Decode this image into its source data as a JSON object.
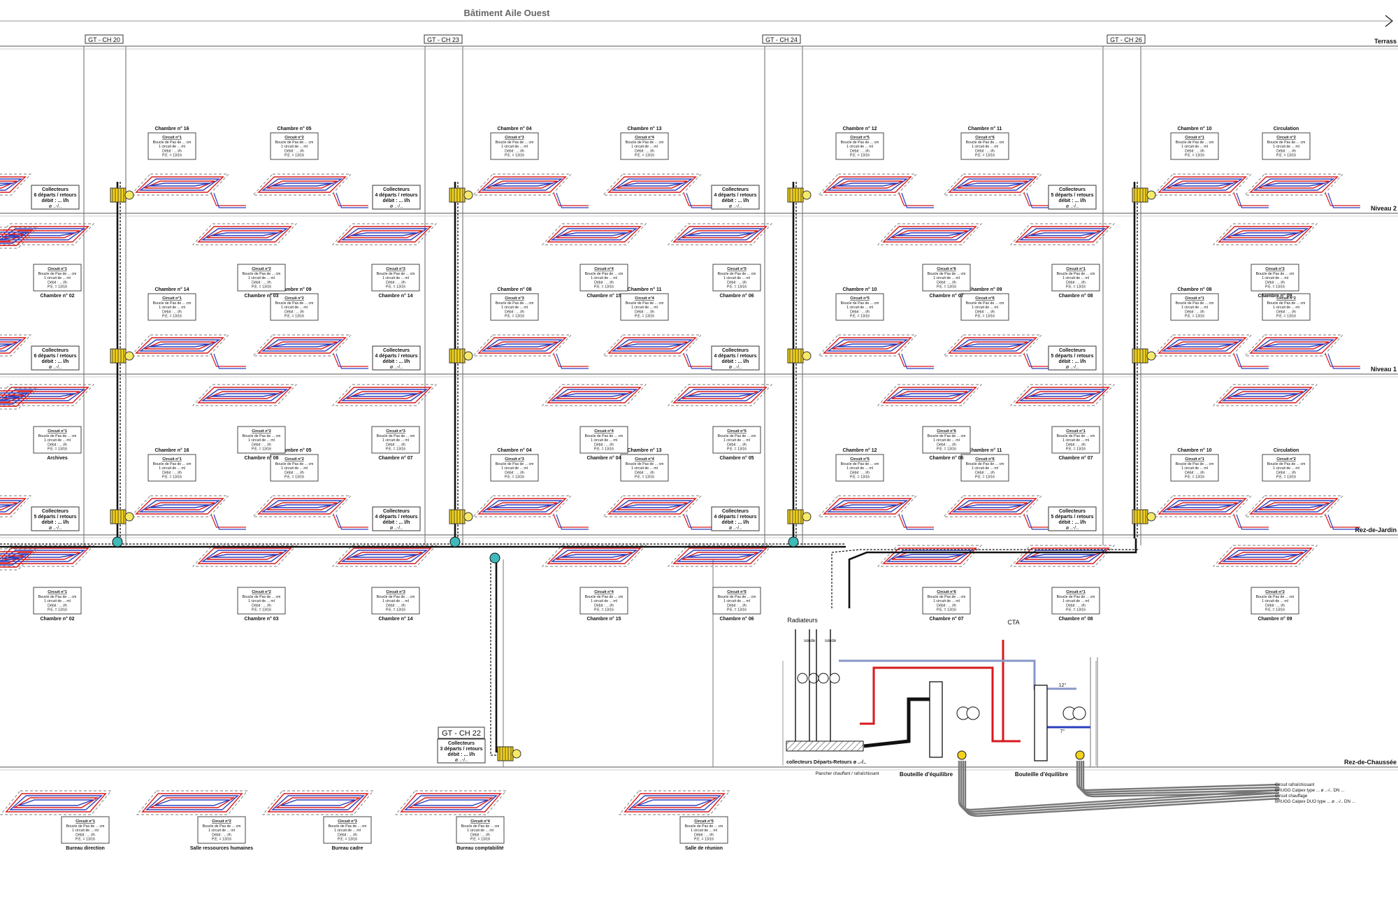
{
  "title": "Bâtiment Aile Ouest",
  "colors": {
    "supply": "#d7191c",
    "return": "#2b3fbf",
    "pipe": "#111111",
    "collector": "#f2d21b",
    "hatch": "#555555"
  },
  "gaines": [
    {
      "label": "GT - CH 20"
    },
    {
      "label": "GT - CH 23"
    },
    {
      "label": "GT - CH 24"
    },
    {
      "label": "GT - CH 26"
    }
  ],
  "gaine_rdc": "GT - CH 22",
  "levels": {
    "terrasse": "Terrass",
    "n2": "Niveau 2",
    "n1": "Niveau 1",
    "rdj": "Rez-de-Jardin",
    "rdc": "Rez-de-Chaussée"
  },
  "circuit_lines": [
    "Boucle de Pas de ... cm",
    "1 circuit de ... ml",
    "Débit : ... l/h",
    "P.E. = 13/16"
  ],
  "collector_texts": {
    "c6": [
      "Collecteurs",
      "6 départs / retours",
      "débit : ... l/h",
      "ø ..-/.."
    ],
    "c5": [
      "Collecteurs",
      "5 départs / retours",
      "débit : ... l/h",
      "ø ..-/.."
    ],
    "c4": [
      "Collecteurs",
      "4 départs / retours",
      "débit : ... l/h",
      "ø ..-/.."
    ],
    "c3": [
      "Collecteurs",
      "3 départs / retours",
      "débit : ... l/h",
      "ø ..-/.."
    ]
  },
  "rooms": {
    "n2_top": [
      "Chambre n° 16",
      "Chambre n° 05",
      "Chambre n° 04",
      "Chambre n° 13",
      "Chambre n° 12",
      "Chambre n° 11",
      "Chambre n° 10",
      "Circulation"
    ],
    "n2_bot": [
      "Chambre n° 02",
      "Chambre n° 03",
      "Chambre n° 14",
      "Chambre n° 15",
      "Chambre n° 06",
      "Chambre n° 07",
      "Chambre n° 08",
      "Chambre n° 09"
    ],
    "n1_top": [
      "Chambre n° 14",
      "Chambre n° 09",
      "Chambre n° 08",
      "Chambre n° 11",
      "Chambre n° 10",
      "Chambre n° 09",
      "Chambre n° 08",
      "Circulation"
    ],
    "n1_bot": [
      "Archives",
      "Chambre n° 08",
      "Chambre n° 07",
      "Chambre n° 04",
      "Chambre n° 05",
      "Chambre n° 06",
      "Chambre n° 07"
    ],
    "rdj_top": [
      "Chambre n° 16",
      "Chambre n° 05",
      "Chambre n° 04",
      "Chambre n° 13",
      "Chambre n° 12",
      "Chambre n° 11",
      "Chambre n° 10",
      "Circulation"
    ],
    "rdj_bot": [
      "Chambre n° 02",
      "Chambre n° 03",
      "Chambre n° 14",
      "Chambre n° 15",
      "Chambre n° 06",
      "Chambre n° 07",
      "Chambre n° 08",
      "Chambre n° 09"
    ],
    "rdc": [
      "Bureau direction",
      "Salle ressources humaines",
      "Bureau cadre",
      "Bureau comptabilité",
      "Salle de réunion"
    ]
  },
  "plant": {
    "radiateurs": "Radiateurs",
    "cta": "CTA",
    "sonde": "sonde",
    "collecteurs": "collecteurs Départs-Retours ø ..-/..",
    "plancher": "Plancher chauffant / rafraîchissant",
    "bouteille": "Bouteille d'équilibre",
    "temp_hot": "12°",
    "temp_cold": "7°"
  },
  "legend": [
    "Circuit rafraîchissant",
    "BRUGG Calpex type ... ø ..-/.. DN ...",
    "Circuit chauffage",
    "BRUGG Calpex DUO type ... ø ..-/.. DN ..."
  ]
}
